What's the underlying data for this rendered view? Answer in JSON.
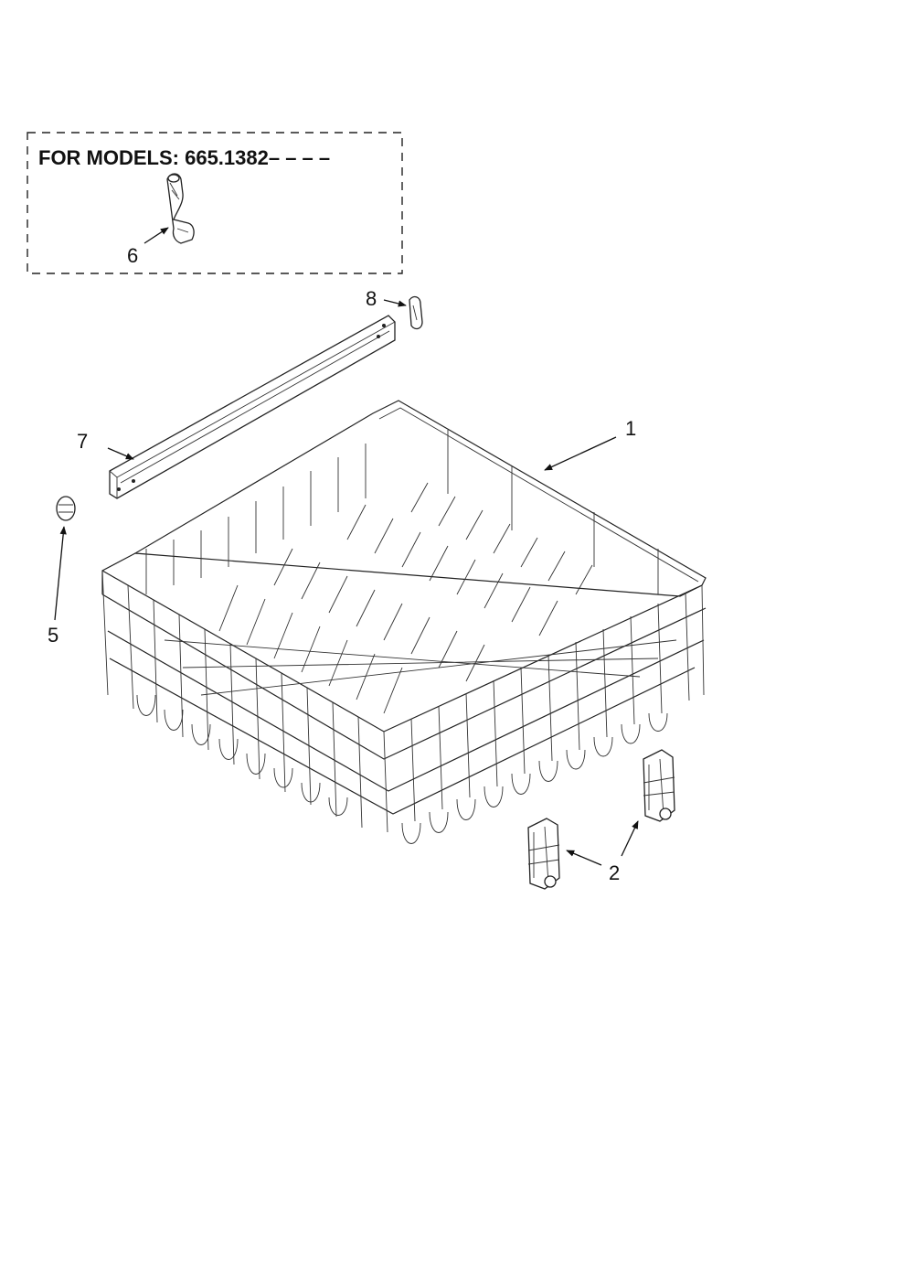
{
  "inset": {
    "title": "FOR MODELS: 665.1382– – – –"
  },
  "callouts": {
    "c1": "1",
    "c2": "2",
    "c5": "5",
    "c6": "6",
    "c7": "7",
    "c8": "8"
  },
  "colors": {
    "line": "#222222",
    "background": "#ffffff"
  }
}
